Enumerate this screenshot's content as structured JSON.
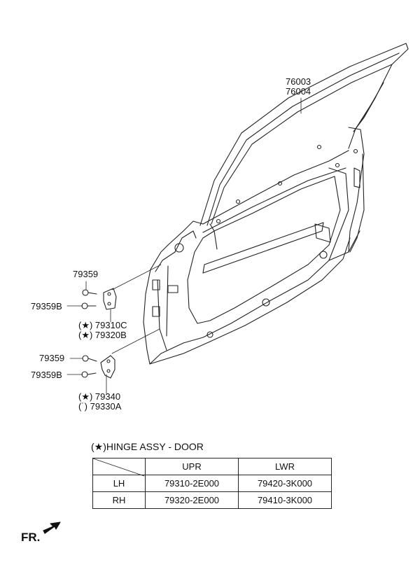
{
  "parts": {
    "door_main": [
      "76003",
      "76004"
    ],
    "upper_bolt": "79359",
    "upper_bolt_b": "79359B",
    "upper_hinge": [
      "(★) 79310C",
      "(★) 79320B"
    ],
    "lower_bolt": "79359",
    "lower_bolt_b": "79359B",
    "lower_hinge": [
      "(★)  79340",
      "(˙) 79330A"
    ]
  },
  "hinge_table": {
    "title": "(★)HINGE ASSY - DOOR",
    "headers": [
      "UPR",
      "LWR"
    ],
    "rows": [
      {
        "side": "LH",
        "upr": "79310-2E000",
        "lwr": "79420-3K000"
      },
      {
        "side": "RH",
        "upr": "79320-2E000",
        "lwr": "79410-3K000"
      }
    ]
  },
  "direction": {
    "label": "FR."
  }
}
